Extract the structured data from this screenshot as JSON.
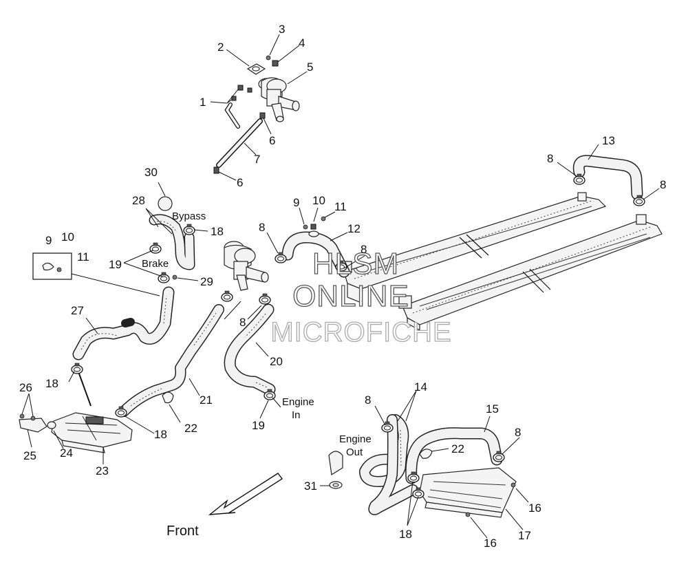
{
  "watermark": {
    "line1": "HLSM",
    "line2": "ONLINE",
    "line3": "MICROFICHE"
  },
  "labels": {
    "bypass": "Bypass",
    "brake": "Brake",
    "engine_in_1": "Engine",
    "engine_in_2": "In",
    "engine_out_1": "Engine",
    "engine_out_2": "Out",
    "front": "Front"
  },
  "callouts": [
    {
      "id": "c1",
      "text": "1"
    },
    {
      "id": "c2",
      "text": "2"
    },
    {
      "id": "c3",
      "text": "3"
    },
    {
      "id": "c4",
      "text": "4"
    },
    {
      "id": "c5",
      "text": "5"
    },
    {
      "id": "c6a",
      "text": "6"
    },
    {
      "id": "c6b",
      "text": "6"
    },
    {
      "id": "c7",
      "text": "7"
    },
    {
      "id": "c13",
      "text": "13"
    },
    {
      "id": "c8a",
      "text": "8"
    },
    {
      "id": "c8b",
      "text": "8"
    },
    {
      "id": "c30",
      "text": "30"
    },
    {
      "id": "c28",
      "text": "28"
    },
    {
      "id": "c18a",
      "text": "18"
    },
    {
      "id": "c9a",
      "text": "9"
    },
    {
      "id": "c10a",
      "text": "10"
    },
    {
      "id": "c11a",
      "text": "11"
    },
    {
      "id": "c12",
      "text": "12"
    },
    {
      "id": "c8c",
      "text": "8"
    },
    {
      "id": "c8d",
      "text": "8"
    },
    {
      "id": "c9b",
      "text": "9"
    },
    {
      "id": "c10b",
      "text": "10"
    },
    {
      "id": "c11b",
      "text": "11"
    },
    {
      "id": "c19a",
      "text": "19"
    },
    {
      "id": "c29",
      "text": "29"
    },
    {
      "id": "c27",
      "text": "27"
    },
    {
      "id": "c8e",
      "text": "8"
    },
    {
      "id": "c20",
      "text": "20"
    },
    {
      "id": "c18b",
      "text": "18"
    },
    {
      "id": "c21",
      "text": "21"
    },
    {
      "id": "c26",
      "text": "26"
    },
    {
      "id": "c22a",
      "text": "22"
    },
    {
      "id": "c18c",
      "text": "18"
    },
    {
      "id": "c19b",
      "text": "19"
    },
    {
      "id": "c25",
      "text": "25"
    },
    {
      "id": "c24",
      "text": "24"
    },
    {
      "id": "c23",
      "text": "23"
    },
    {
      "id": "c14",
      "text": "14"
    },
    {
      "id": "c8f",
      "text": "8"
    },
    {
      "id": "c15",
      "text": "15"
    },
    {
      "id": "c8g",
      "text": "8"
    },
    {
      "id": "c22b",
      "text": "22"
    },
    {
      "id": "c31",
      "text": "31"
    },
    {
      "id": "c16a",
      "text": "16"
    },
    {
      "id": "c18d",
      "text": "18"
    },
    {
      "id": "c16b",
      "text": "16"
    },
    {
      "id": "c17",
      "text": "17"
    }
  ]
}
